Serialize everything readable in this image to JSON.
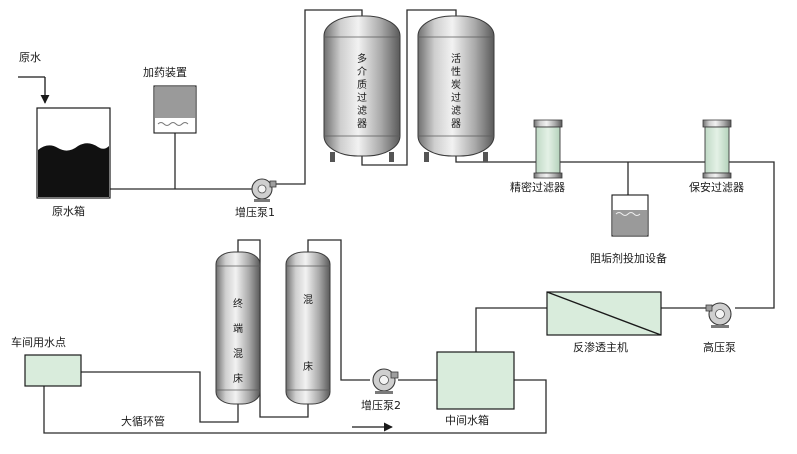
{
  "labels": {
    "raw_water": "原水",
    "raw_water_tank": "原水箱",
    "dosing_device": "加药装置",
    "booster_pump_1": "增压泵1",
    "multimedia_filter_chars": [
      "多",
      "介",
      "质",
      "过",
      "滤",
      "器"
    ],
    "activated_carbon_filter_chars": [
      "活",
      "性",
      "炭",
      "过",
      "滤",
      "器"
    ],
    "precision_filter": "精密过滤器",
    "security_filter": "保安过滤器",
    "antiscalant_device": "阻垢剂投加设备",
    "high_pressure_pump": "高压泵",
    "ro_unit": "反渗透主机",
    "intermediate_tank": "中间水箱",
    "booster_pump_2": "增压泵2",
    "mixed_bed_chars": [
      "混",
      "床"
    ],
    "polishing_mixed_bed_chars": [
      "终",
      "端",
      "混",
      "床"
    ],
    "workshop_point": "车间用水点",
    "main_loop": "大循环管"
  }
}
